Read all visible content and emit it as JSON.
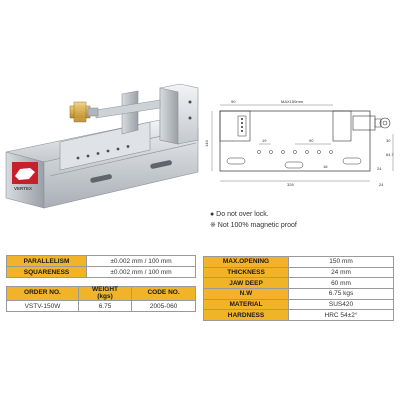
{
  "photo": {
    "logo_text": "VERTEX"
  },
  "drawing": {
    "dim_top_left": "90",
    "dim_max": "MAX150mm",
    "dim_height": "144",
    "dim_right_a": "30",
    "dim_right_b": "24",
    "dim_right_c": "64.7",
    "dim_bottom": "326",
    "dim_bottom_right": "24",
    "dim_inner_1": "19",
    "dim_inner_2": "90",
    "dim_inner_3": "18"
  },
  "notes": {
    "line1": "● Do not over lock.",
    "line2": "※ Not 100% magnetic proof"
  },
  "specs_left": [
    {
      "label": "PARALLELISM",
      "value": "±0.002 mm / 100 mm"
    },
    {
      "label": "SQUARENESS",
      "value": "±0.002 mm / 100 mm"
    }
  ],
  "order_table": {
    "headers": [
      "ORDER NO.",
      "WEIGHT\n(kgs)",
      "CODE NO."
    ],
    "header_weight_line1": "WEIGHT",
    "header_weight_line2": "(kgs)",
    "row": [
      "VSTV-150W",
      "6.75",
      "2005-060"
    ]
  },
  "specs_right": [
    {
      "label": "MAX.OPENING",
      "value": "150 mm"
    },
    {
      "label": "THICKNESS",
      "value": "24 mm"
    },
    {
      "label": "JAW DEEP",
      "value": "60 mm"
    },
    {
      "label": "N.W",
      "value": "6.75 kgs"
    },
    {
      "label": "MATERIAL",
      "value": "SUS420"
    },
    {
      "label": "HARDNESS",
      "value": "HRC 54±2°"
    }
  ],
  "colors": {
    "label_bg": "#f1b328",
    "logo_red": "#c8202a",
    "steel": "#c9ced3"
  }
}
